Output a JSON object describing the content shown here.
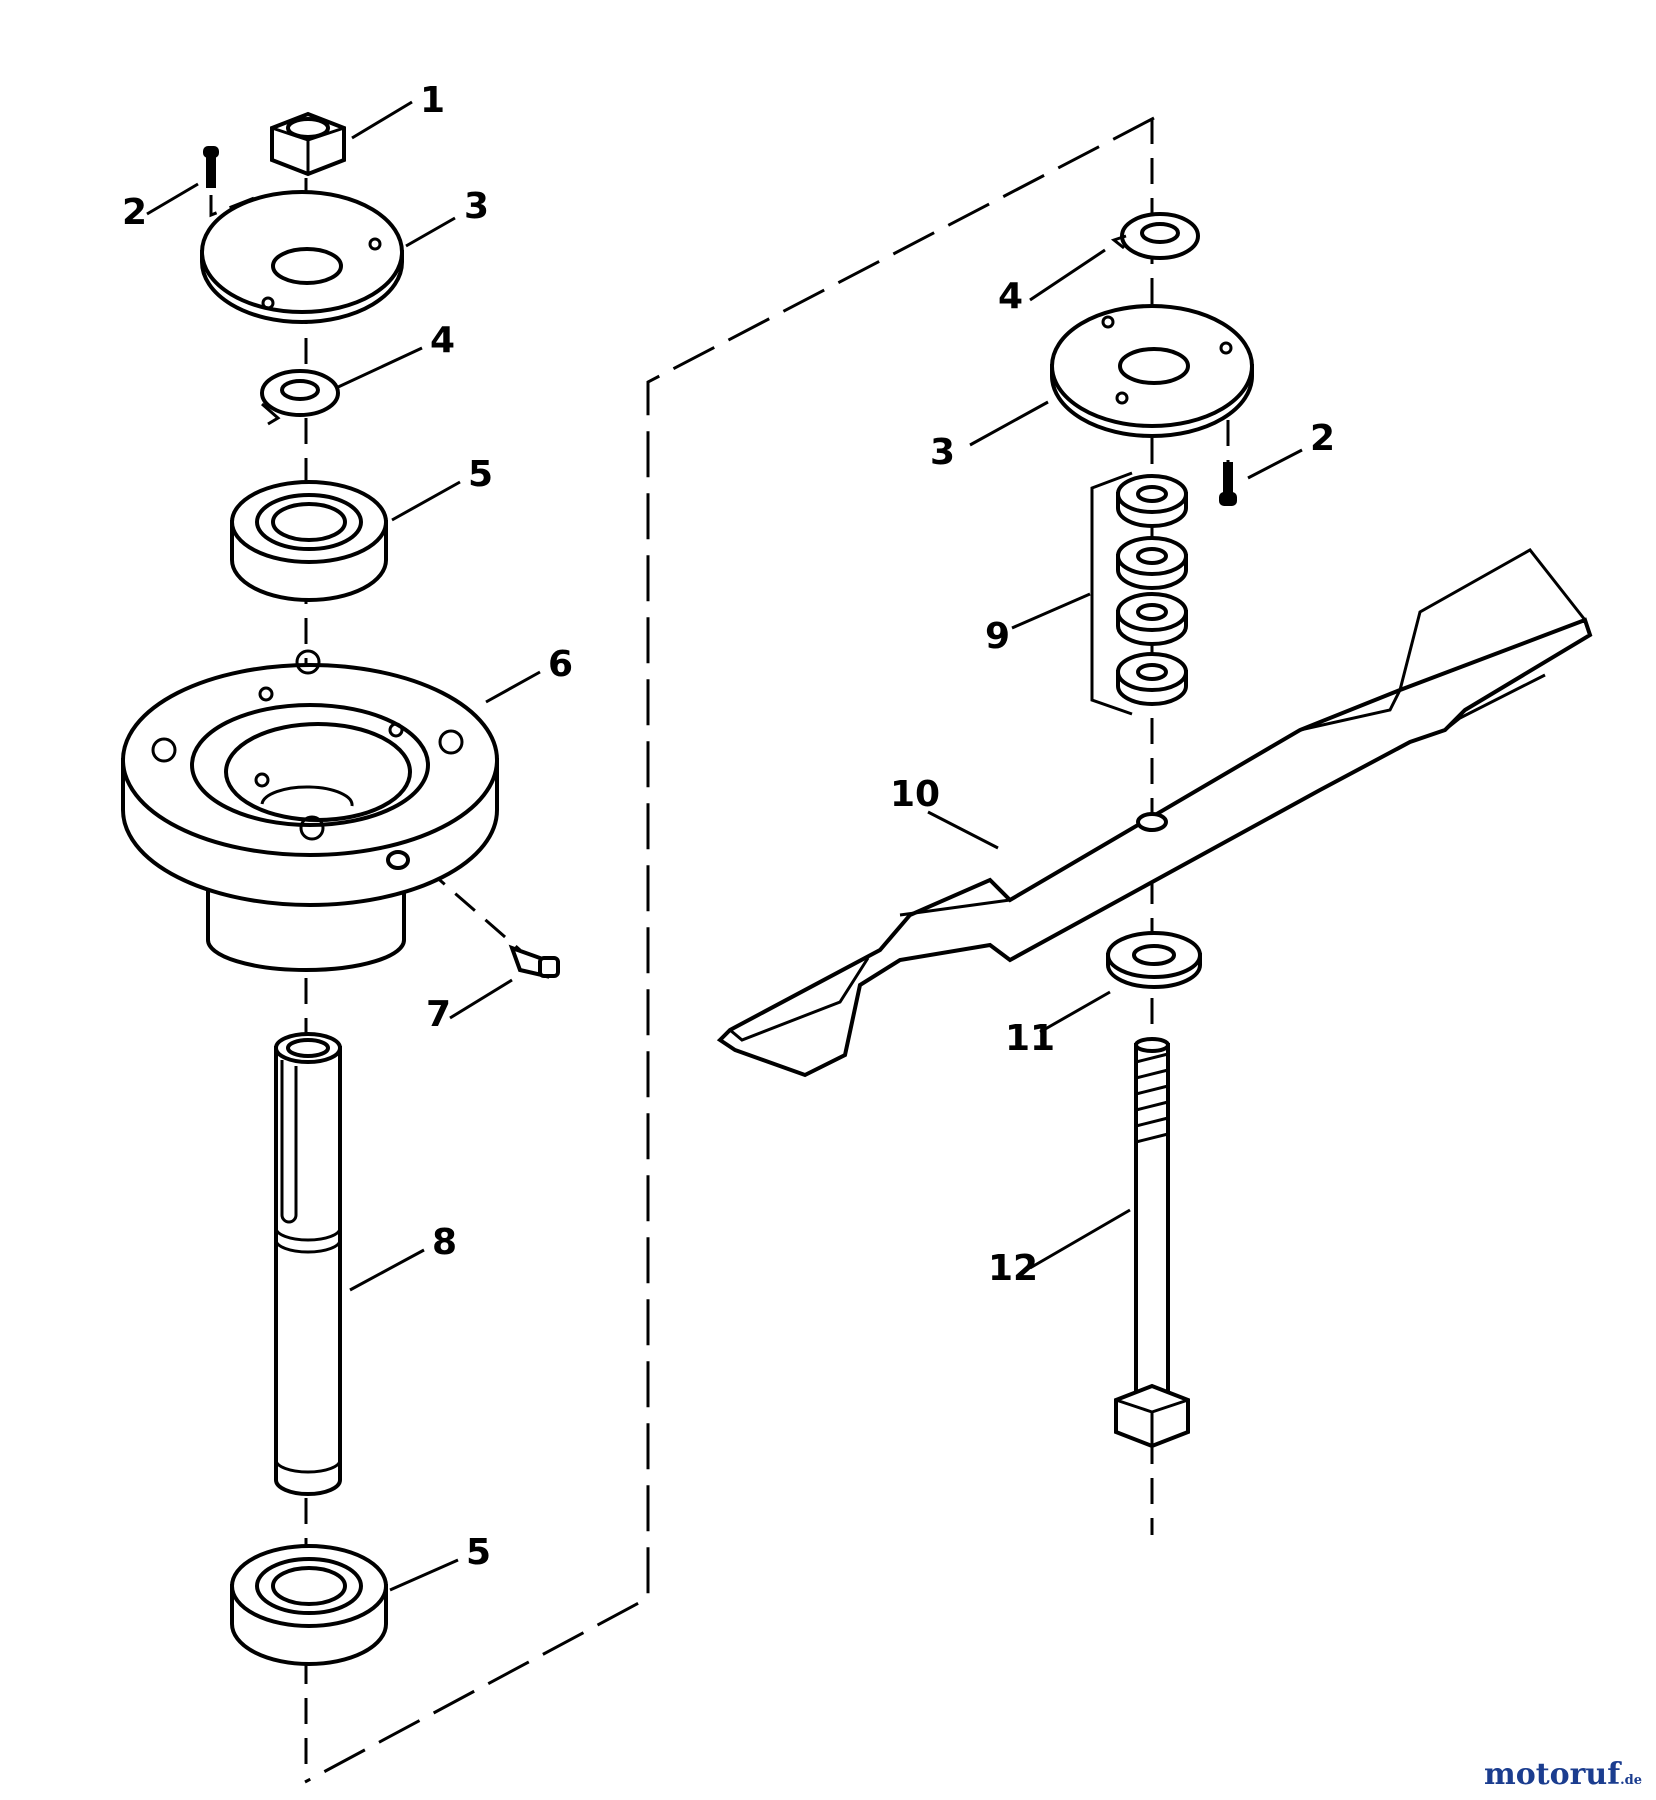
{
  "callouts": {
    "c1": "1",
    "c2a": "2",
    "c3a": "3",
    "c4a": "4",
    "c5a": "5",
    "c6": "6",
    "c7": "7",
    "c8": "8",
    "c5b": "5",
    "c4b": "4",
    "c3b": "3",
    "c2b": "2",
    "c9": "9",
    "c10": "10",
    "c11": "11",
    "c12": "12"
  },
  "watermark": {
    "brand": "motoruf",
    "suffix": ".de"
  },
  "colors": {
    "line": "#000000",
    "background": "#ffffff",
    "watermark": "#1b3d8f"
  }
}
